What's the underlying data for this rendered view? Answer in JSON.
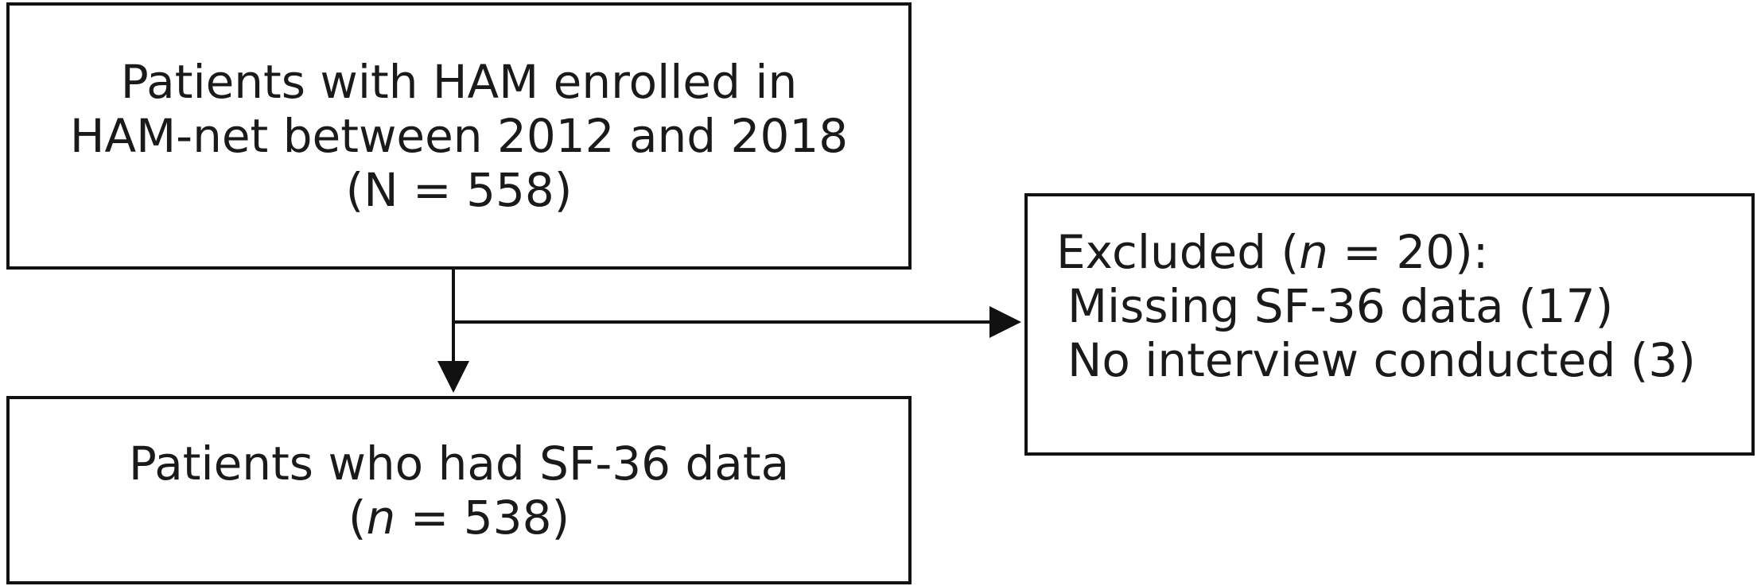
{
  "enrolled_box": {
    "line1": "Patients with HAM enrolled in",
    "line2": "HAM-net between 2012 and 2018",
    "line3": "(N = 558)"
  },
  "excluded_box": {
    "heading_prefix": "Excluded (",
    "heading_var": "n",
    "heading_suffix": " = 20):",
    "items": [
      "Missing SF-36 data (17)",
      "No interview conducted (3)"
    ]
  },
  "included_box": {
    "line1": "Patients who had SF-36 data",
    "line2_prefix": "(",
    "line2_var": "n",
    "line2_suffix": " = 538)"
  },
  "colors": {
    "stroke": "#111111",
    "text": "#1a1a1a",
    "background": "#ffffff"
  }
}
